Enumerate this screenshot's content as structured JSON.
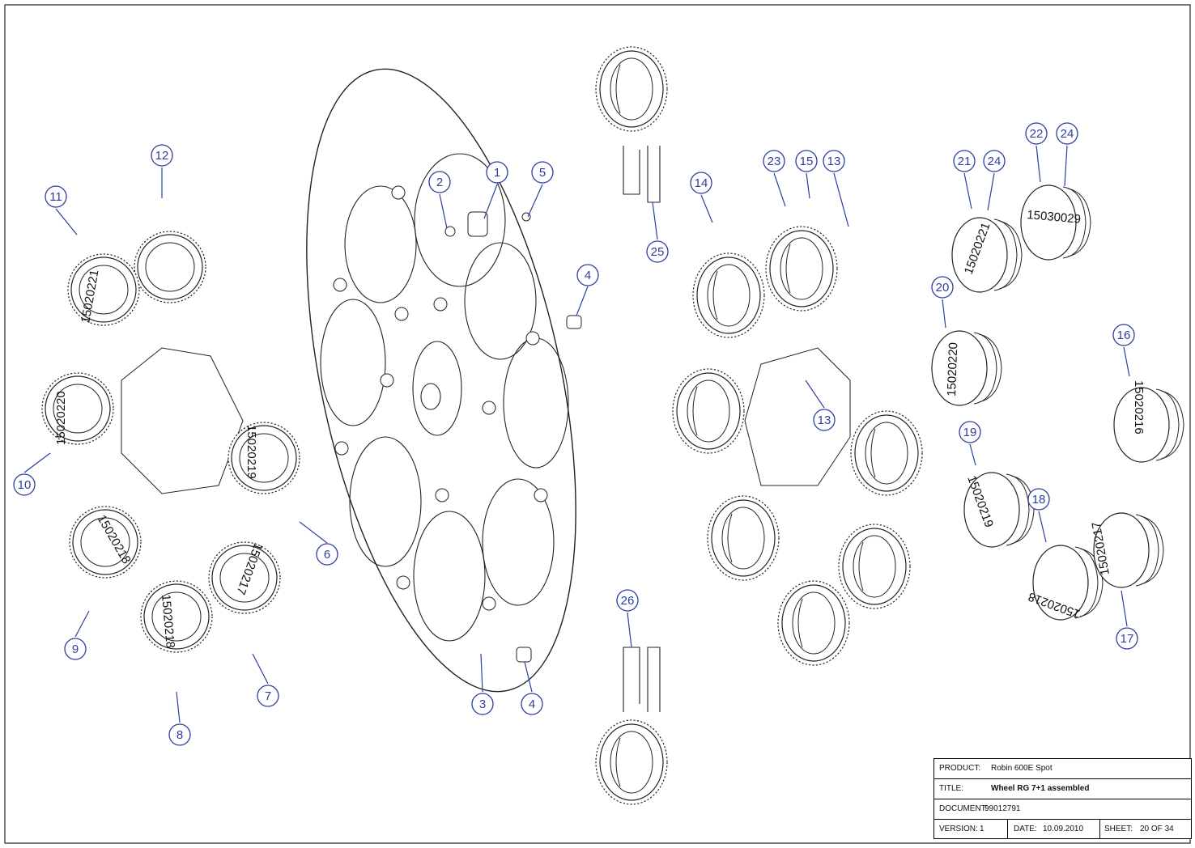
{
  "drawing": {
    "callouts": [
      {
        "num": "1"
      },
      {
        "num": "2"
      },
      {
        "num": "3"
      },
      {
        "num": "4"
      },
      {
        "num": "4"
      },
      {
        "num": "5"
      },
      {
        "num": "6"
      },
      {
        "num": "7"
      },
      {
        "num": "8"
      },
      {
        "num": "9"
      },
      {
        "num": "10"
      },
      {
        "num": "11"
      },
      {
        "num": "12"
      },
      {
        "num": "13"
      },
      {
        "num": "13"
      },
      {
        "num": "14"
      },
      {
        "num": "15"
      },
      {
        "num": "16"
      },
      {
        "num": "17"
      },
      {
        "num": "18"
      },
      {
        "num": "19"
      },
      {
        "num": "20"
      },
      {
        "num": "21"
      },
      {
        "num": "22"
      },
      {
        "num": "23"
      },
      {
        "num": "24"
      },
      {
        "num": "24"
      },
      {
        "num": "25"
      },
      {
        "num": "26"
      }
    ],
    "part_codes": [
      "15020221",
      "15020220",
      "15020219",
      "15020218",
      "15020217",
      "15020216",
      "15030029"
    ],
    "colors": {
      "callout": "#2b3f9e",
      "line": "#222222"
    }
  },
  "title_block": {
    "product_label": "PRODUCT:",
    "product_value": "Robin 600E Spot",
    "title_label": "TITLE:",
    "title_value": "Wheel RG 7+1 assembled",
    "document_label": "DOCUMENT:",
    "document_value": "99012791",
    "version_label": "VERSION:",
    "version_value": "1",
    "date_label": "DATE:",
    "date_value": "10.09.2010",
    "sheet_label": "SHEET:",
    "sheet_value": "20 OF 34"
  }
}
